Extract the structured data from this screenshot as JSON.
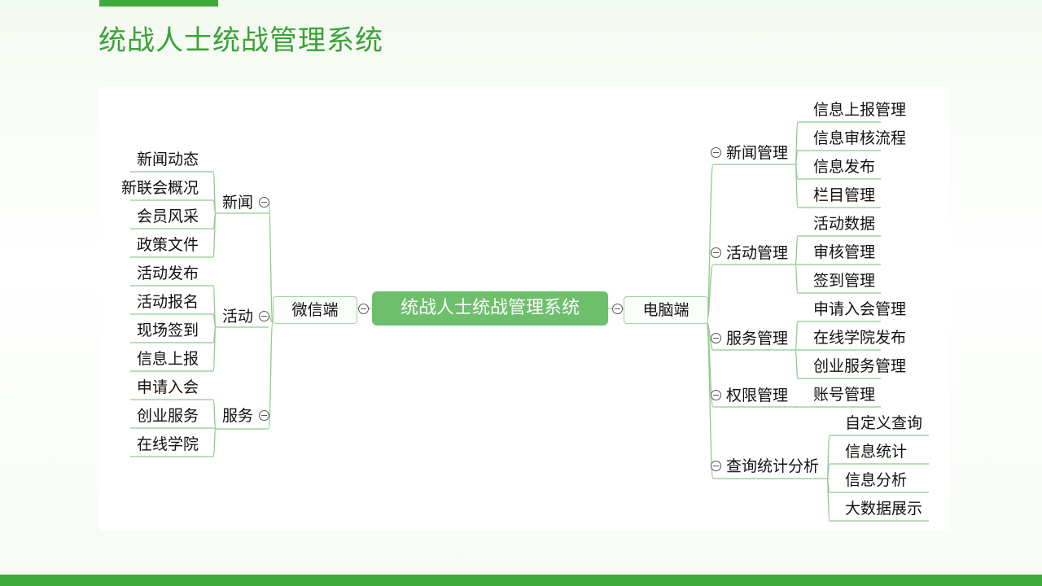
{
  "title": "统战人士统战管理系统",
  "center": "统战人士统战管理系统",
  "left_root": "微信端",
  "right_root": "电脑端",
  "left_groups": [
    {
      "label": "新闻",
      "items": [
        "新闻动态",
        "新联会概况",
        "会员风采",
        "政策文件"
      ]
    },
    {
      "label": "活动",
      "items": [
        "活动发布",
        "活动报名",
        "现场签到",
        "信息上报"
      ]
    },
    {
      "label": "服务",
      "items": [
        "申请入会",
        "创业服务",
        "在线学院"
      ]
    }
  ],
  "right_groups": [
    {
      "label": "新闻管理",
      "items": [
        "信息上报管理",
        "信息审核流程",
        "信息发布",
        "栏目管理"
      ]
    },
    {
      "label": "活动管理",
      "items": [
        "活动数据",
        "审核管理",
        "签到管理"
      ]
    },
    {
      "label": "服务管理",
      "items": [
        "申请入会管理",
        "在线学院发布",
        "创业服务管理"
      ]
    },
    {
      "label": "权限管理",
      "items": [
        "账号管理"
      ]
    },
    {
      "label": "查询统计分析",
      "items": [
        "自定义查询",
        "信息统计",
        "信息分析",
        "大数据展示"
      ]
    }
  ],
  "colors": {
    "accent": "#3eaa3a",
    "center_fill": "#6dbf6c",
    "line": "#8fcb8c"
  }
}
